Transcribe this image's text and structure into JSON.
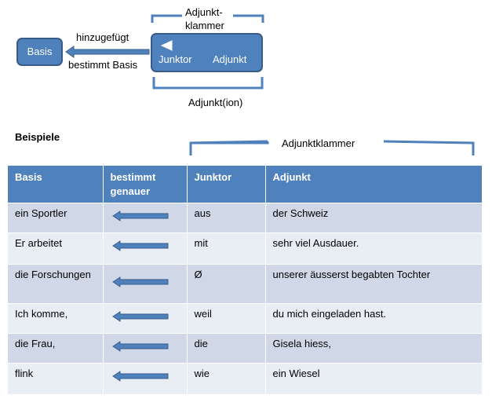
{
  "diagram": {
    "basis_box": "Basis",
    "label_added": "hinzugefügt",
    "label_determines": "bestimmt Basis",
    "junktor": "Junktor",
    "adjunkt": "Adjunkt",
    "top_bracket_line1": "Adjunkt-",
    "top_bracket_line2": "klammer",
    "bottom_bracket": "Adjunkt(ion)"
  },
  "examples": {
    "title": "Beispiele",
    "bracket_label": "Adjunktklammer",
    "headers": [
      "Basis",
      "bestimmt genauer",
      "Junktor",
      "Adjunkt"
    ],
    "rows": [
      {
        "basis": "ein Sportler",
        "junktor": "aus",
        "adjunkt": "der Schweiz"
      },
      {
        "basis": "Er arbeitet",
        "junktor": "mit",
        "adjunkt": "sehr viel Ausdauer."
      },
      {
        "basis": "die Forschungen",
        "junktor": "Ø",
        "adjunkt": "unserer äusserst begabten Tochter"
      },
      {
        "basis": "Ich komme,",
        "junktor": "weil",
        "adjunkt": "du mich  eingeladen hast."
      },
      {
        "basis": "die Frau,",
        "junktor": "die",
        "adjunkt": "Gisela hiess,"
      },
      {
        "basis": "flink",
        "junktor": "wie",
        "adjunkt": "ein Wiesel"
      }
    ]
  },
  "colors": {
    "box_fill": "#4f81bd",
    "box_border": "#385d8a",
    "row_odd": "#d0d8e8",
    "row_even": "#e9edf4"
  },
  "icons": [
    "left-arrow-icon",
    "left-triangle-icon",
    "bracket"
  ]
}
